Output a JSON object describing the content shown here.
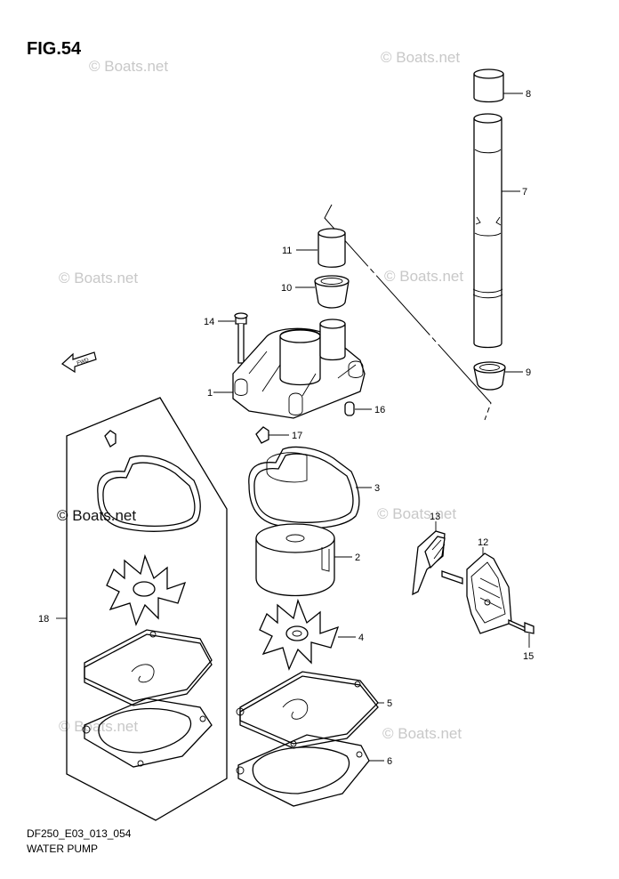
{
  "figure": {
    "title": "FIG.54",
    "code": "DF250_E03_013_054",
    "name": "WATER PUMP",
    "direction_label": "FWD"
  },
  "watermarks": [
    {
      "text": "© Boats.net",
      "style": "light"
    },
    {
      "text": "© Boats.net",
      "style": "light"
    },
    {
      "text": "© Boats.net",
      "style": "light"
    },
    {
      "text": "© Boats.net",
      "style": "light"
    },
    {
      "text": "© Boats.net",
      "style": "dark"
    },
    {
      "text": "© Boats.net",
      "style": "light"
    },
    {
      "text": "© Boats.net",
      "style": "light"
    },
    {
      "text": "© Boats.net",
      "style": "light"
    }
  ],
  "callouts": [
    "1",
    "2",
    "3",
    "4",
    "5",
    "6",
    "7",
    "8",
    "9",
    "10",
    "11",
    "12",
    "13",
    "14",
    "15",
    "16",
    "17",
    "18"
  ]
}
